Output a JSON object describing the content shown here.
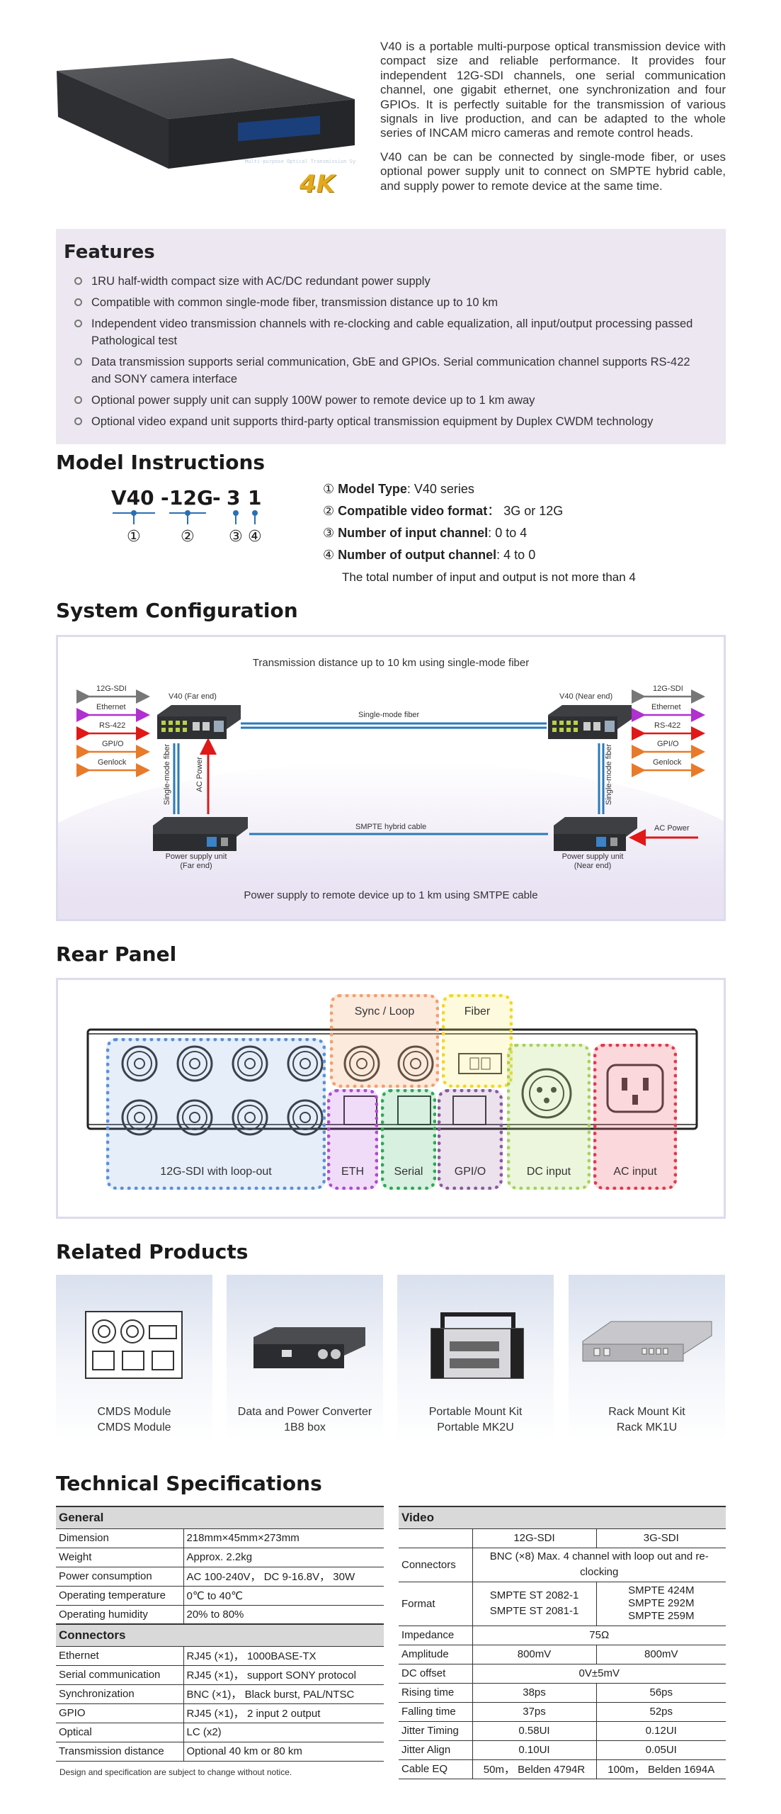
{
  "intro": {
    "p1": "V40 is a portable multi-purpose optical transmission device with compact size and reliable performance. It provides four independent 12G-SDI channels, one serial communication channel, one gigabit ethernet, one synchronization and four GPIOs. It is perfectly suitable for the transmission of various signals in live production, and can be adapted to the whole series of INCAM micro cameras and remote control heads.",
    "p2": "V40 can be can be connected by single-mode fiber, or uses optional power supply unit to connect on SMPTE hybrid cable, and supply power to remote device at the same time.",
    "badge": "4K",
    "device_screen": "Multi-purpose Optical Transmission System"
  },
  "features": {
    "title": "Features",
    "items": [
      "1RU half-width compact size with AC/DC redundant power supply",
      "Compatible with common single-mode fiber, transmission distance up to 10 km",
      "Independent video transmission channels with re-clocking and cable equalization, all input/output processing passed Pathological test",
      "Data transmission supports serial communication, GbE and GPIOs. Serial communication channel supports RS-422 and SONY camera interface",
      "Optional power supply unit can supply 100W power to remote device up to 1 km away",
      "Optional video expand unit supports third-party optical transmission equipment by Duplex CWDM technology"
    ]
  },
  "model": {
    "title": "Model Instructions",
    "code_parts": [
      "V40",
      "-",
      "12G",
      "-",
      "3",
      "1"
    ],
    "markers": [
      "①",
      "②",
      "③",
      "④"
    ],
    "lines": [
      {
        "num": "①",
        "label": "Model Type",
        "sep": ": ",
        "value": "V40 series"
      },
      {
        "num": "②",
        "label": "Compatible video format",
        "sep": "：",
        "value": "3G or 12G"
      },
      {
        "num": "③",
        "label": "Number of input channel",
        "sep": ": ",
        "value": "0 to 4"
      },
      {
        "num": "④",
        "label": "Number of output channel",
        "sep": ": ",
        "value": "4 to 0"
      }
    ],
    "note": "The total number of input and output is not more than 4"
  },
  "system": {
    "title": "System Configuration",
    "top_text": "Transmission distance up to 10 km using single-mode fiber",
    "bottom_text": "Power supply to remote device up to 1 km using SMTPE cable",
    "left_signals": [
      "12G-SDI",
      "Ethernet",
      "RS-422",
      "GPI/O",
      "Genlock"
    ],
    "right_signals": [
      "12G-SDI",
      "Ethernet",
      "RS-422",
      "GPI/O",
      "Genlock"
    ],
    "far_end": "V40 (Far end)",
    "near_end": "V40 (Near end)",
    "fiber_label": "Single-mode fiber",
    "hybrid_label": "SMPTE hybrid cable",
    "vert_fiber": "Single-mode fiber",
    "vert_ac": "AC Power",
    "ac_power": "AC Power",
    "psu_far": [
      "Power supply unit",
      "(Far end)"
    ],
    "psu_near": [
      "Power supply unit",
      "(Near end)"
    ],
    "colors": {
      "sdi": "#777777",
      "ethernet": "#b030d0",
      "rs422": "#e01818",
      "gpio": "#e87a2a",
      "genlock": "#e87a2a",
      "fiber": "#2a7ab8"
    }
  },
  "rear": {
    "title": "Rear Panel",
    "labels": {
      "sync": "Sync / Loop",
      "fiber": "Fiber",
      "sdi": "12G-SDI with loop-out",
      "eth": "ETH",
      "serial": "Serial",
      "gpio": "GPI/O",
      "dc": "DC input",
      "ac": "AC input"
    }
  },
  "related": {
    "title": "Related Products",
    "items": [
      {
        "line1": "CMDS Module",
        "line2": "CMDS Module"
      },
      {
        "line1": "Data and Power Converter",
        "line2": "1B8 box"
      },
      {
        "line1": "Portable Mount Kit",
        "line2": "Portable MK2U"
      },
      {
        "line1": "Rack Mount Kit",
        "line2": "Rack MK1U"
      }
    ]
  },
  "specs": {
    "title": "Technical Specifications",
    "general_head": "General",
    "general": [
      [
        "Dimension",
        "218mm×45mm×273mm"
      ],
      [
        "Weight",
        "Approx. 2.2kg"
      ],
      [
        "Power consumption",
        "AC 100-240V， DC 9-16.8V， 30W"
      ],
      [
        "Operating temperature",
        "0℃ to 40℃"
      ],
      [
        "Operating humidity",
        "20% to 80%"
      ]
    ],
    "connectors_head": "Connectors",
    "connectors": [
      [
        "Ethernet",
        "RJ45 (×1)， 1000BASE-TX"
      ],
      [
        "Serial communication",
        "RJ45 (×1)， support SONY protocol"
      ],
      [
        "Synchronization",
        "BNC (×1)， Black burst, PAL/NTSC"
      ],
      [
        "GPIO",
        "RJ45 (×1)， 2 input 2 output"
      ],
      [
        "Optical",
        "LC (x2)"
      ],
      [
        "Transmission distance",
        "Optional 40 km or 80 km"
      ]
    ],
    "note": "Design and specification are subject to change without notice.",
    "video_head": "Video",
    "video_cols": [
      "12G-SDI",
      "3G-SDI"
    ],
    "video": {
      "connectors_label": "Connectors",
      "connectors_val": "BNC (×8) Max. 4 channel with loop out and re-clocking",
      "format_label": "Format",
      "format_12g": [
        "SMPTE ST 2082-1",
        "SMPTE ST 2081-1"
      ],
      "format_3g": [
        "SMPTE 424M",
        "SMPTE 292M",
        "SMPTE 259M"
      ],
      "impedance_label": "Impedance",
      "impedance": "75Ω",
      "amplitude_label": "Amplitude",
      "amplitude": [
        "800mV",
        "800mV"
      ],
      "dc_label": "DC offset",
      "dc": "0V±5mV",
      "rise_label": "Rising time",
      "rise": [
        "38ps",
        "56ps"
      ],
      "fall_label": "Falling time",
      "fall": [
        "37ps",
        "52ps"
      ],
      "jt_label": "Jitter Timing",
      "jt": [
        "0.58UI",
        "0.12UI"
      ],
      "ja_label": "Jitter Align",
      "ja": [
        "0.10UI",
        "0.05UI"
      ],
      "eq_label": "Cable EQ",
      "eq": [
        "50m， Belden 4794R",
        "100m， Belden 1694A"
      ]
    }
  }
}
